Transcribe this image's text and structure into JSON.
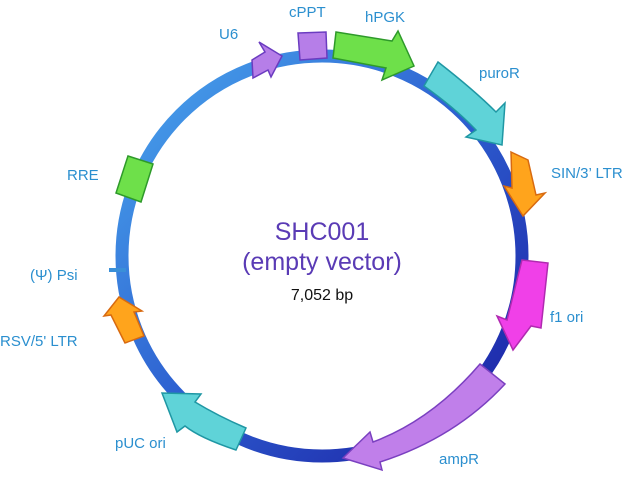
{
  "plasmid": {
    "name": "SHC001",
    "subtitle": "(empty vector)",
    "size": "7,052 bp"
  },
  "features": [
    {
      "key": "u6",
      "label": "U6",
      "type": "arrow",
      "color": "#b67ee8"
    },
    {
      "key": "cppt",
      "label": "cPPT",
      "type": "box",
      "color": "#b67ee8"
    },
    {
      "key": "hpgk",
      "label": "hPGK",
      "type": "arrow",
      "color": "#6ee04a"
    },
    {
      "key": "puror",
      "label": "puroR",
      "type": "arrow",
      "color": "#5fd3d8"
    },
    {
      "key": "sin3ltr",
      "label": "SIN/3’ LTR",
      "type": "arrow",
      "color": "#ffa41c"
    },
    {
      "key": "f1ori",
      "label": "f1 ori",
      "type": "arrow",
      "color": "#f040e8"
    },
    {
      "key": "ampr",
      "label": "ampR",
      "type": "arrow",
      "color": "#c07fea"
    },
    {
      "key": "puc",
      "label": "pUC ori",
      "type": "arrow",
      "color": "#5fd3d8"
    },
    {
      "key": "rsv5ltr",
      "label": "RSV/5' LTR",
      "type": "arrow",
      "color": "#ffa41c"
    },
    {
      "key": "psi",
      "label": "(Ψ) Psi",
      "type": "tick",
      "color": "#2b8fcf"
    },
    {
      "key": "rre",
      "label": "RRE",
      "type": "box",
      "color": "#6ee04a"
    }
  ],
  "colors": {
    "backbone_dark": "#1c1aa8",
    "backbone_light": "#3a9be4",
    "label": "#2b8fcf",
    "title": "#5a3bb5"
  }
}
